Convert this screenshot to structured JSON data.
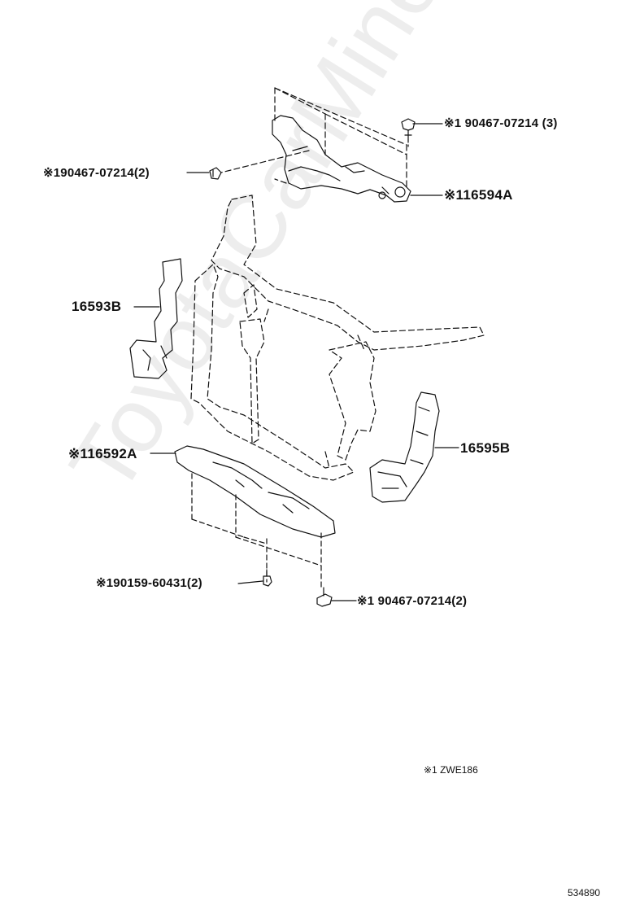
{
  "watermark": "ToyotaCarMine.ru",
  "labels": {
    "p_16594a": "※116594A",
    "p_16593b": "16593B",
    "p_16592a": "※116592A",
    "p_16595b": "16595B",
    "clip_top": "※1 90467-07214 (3)",
    "clip_left": "※190467-07214(2)",
    "bolt_bottom": "※190159-60431(2)",
    "clip_bottom": "※1 90467-07214(2)"
  },
  "footnote": "※1 ZWE186",
  "diagram_id": "534890",
  "colors": {
    "line": "#111111",
    "watermark": "#000000"
  }
}
